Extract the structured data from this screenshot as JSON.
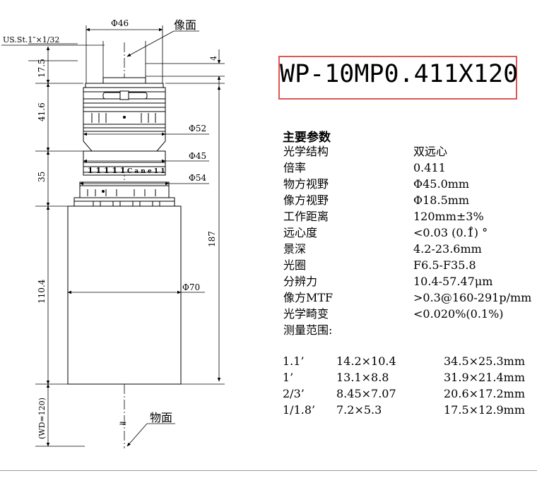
{
  "model": "WP-10MP0.411X120",
  "drawing": {
    "image_plane": "像面",
    "object_plane": "物面",
    "mount": "US.St.1″×1/32",
    "dim_top_dia": "Φ46",
    "dim_4": "4",
    "dim_17_5": "17.5",
    "dim_41_6": "41.6",
    "dim_35": "35",
    "dim_110_4": "110.4",
    "dim_187": "187",
    "dim_wd": "(WD=120)",
    "dia_52": "Φ52",
    "dia_45": "Φ45",
    "dia_54": "Φ54",
    "dia_70": "Φ70",
    "break_mark": "≈",
    "ring_marks": "1 1 1 1 1",
    "ring_marks_2": "C a n e 1 1"
  },
  "specs": {
    "title": "主要参数",
    "rows": [
      {
        "label": "光学结构",
        "value": "双远心"
      },
      {
        "label": "倍率",
        "value": "0.411"
      },
      {
        "label": "物方视野",
        "value": "Φ45.0mm"
      },
      {
        "label": "像方视野",
        "value": "Φ18.5mm"
      },
      {
        "label": "工作距离",
        "value": "120mm±3%"
      },
      {
        "label": "远心度",
        "value": "<0.03 (0.1̊)  °"
      },
      {
        "label": "景深",
        "value": "4.2-23.6mm"
      },
      {
        "label": "光圈",
        "value": "F6.5-F35.8"
      },
      {
        "label": "分辨力",
        "value": "10.4-57.47μm"
      },
      {
        "label": "像方MTF",
        "value": ">0.3@160-291p/mm"
      },
      {
        "label": "光学畸变",
        "value": "<0.020%(0.1%)"
      },
      {
        "label": "测量范围:",
        "value": ""
      }
    ],
    "formats": [
      {
        "sensor": "1.1’",
        "image": "14.2×10.4",
        "object": "34.5×25.3mm"
      },
      {
        "sensor": "1’",
        "image": "13.1×8.8",
        "object": "31.9×21.4mm"
      },
      {
        "sensor": "2/3’",
        "image": "8.45×7.07",
        "object": "20.6×17.2mm"
      },
      {
        "sensor": "1/1.8’",
        "image": "7.2×5.3",
        "object": "17.5×12.9mm"
      }
    ]
  }
}
